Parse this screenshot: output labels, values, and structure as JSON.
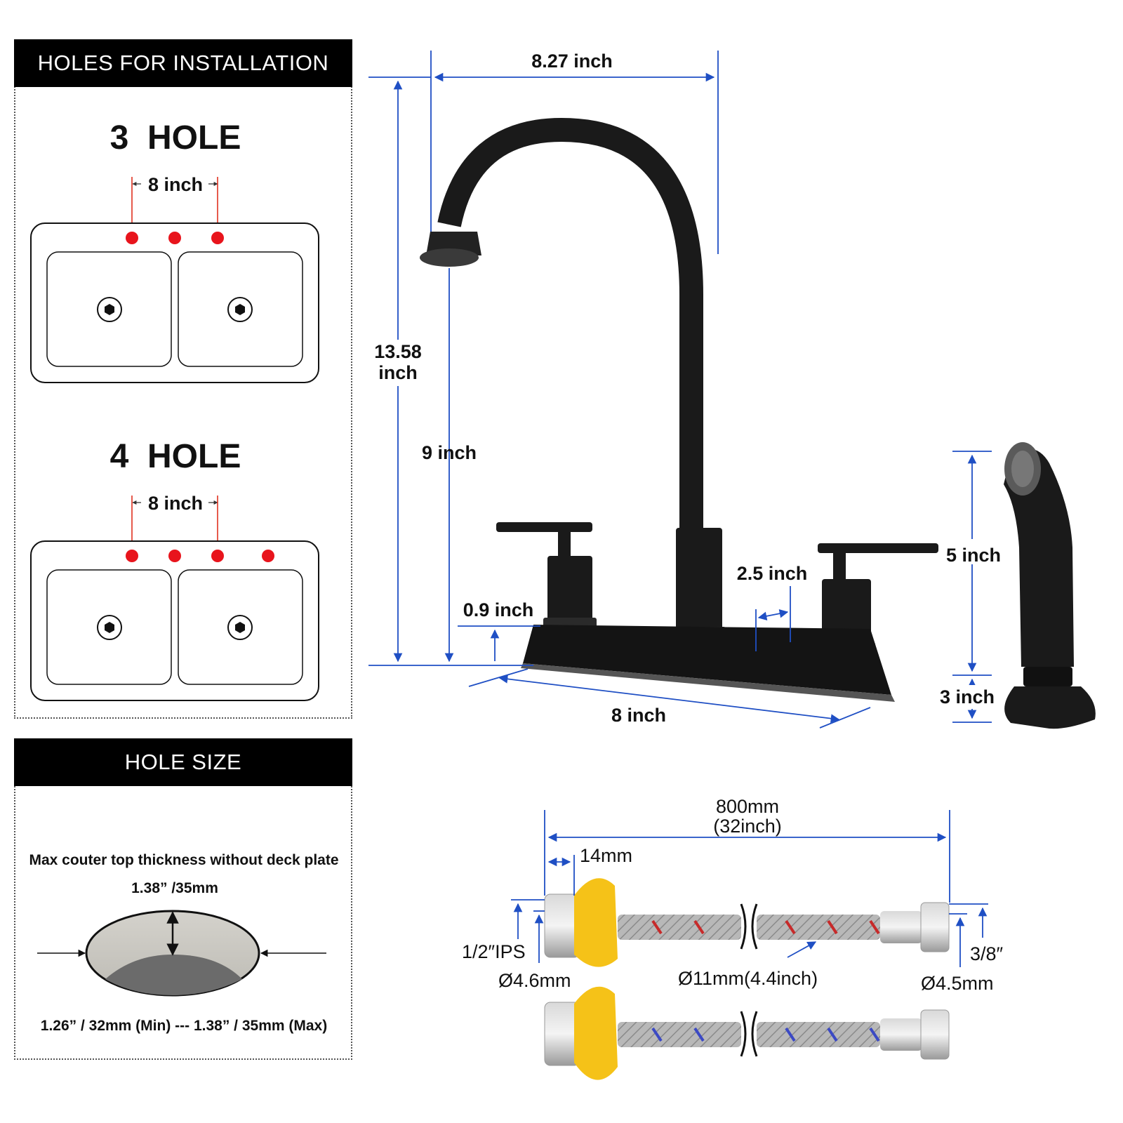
{
  "install_panel": {
    "header": "HOLES FOR INSTALLATION",
    "three_hole": {
      "title": "3  HOLE",
      "spacing": "8 inch",
      "hole_count": 3
    },
    "four_hole": {
      "title": "4  HOLE",
      "spacing": "8 inch",
      "hole_count": 4
    }
  },
  "hole_size_panel": {
    "header": "HOLE SIZE",
    "max_thickness_label": "Max couter top thickness without deck plate",
    "max_thickness_value": "1.38” /35mm",
    "range": "1.26” / 32mm (Min) --- 1.38” / 35mm (Max)"
  },
  "faucet_dimensions": {
    "width": "8.27 inch",
    "height_line1": "13.58",
    "height_line2": "inch",
    "spout_height": "9 inch",
    "base_height": "0.9 inch",
    "base_width": "8 inch",
    "handle_offset": "2.5 inch"
  },
  "sprayer_dimensions": {
    "sprayer_height": "5 inch",
    "base_height": "3 inch"
  },
  "hose_dimensions": {
    "length_mm": "800mm",
    "length_inch": "(32inch)",
    "nut_width": "14mm",
    "inlet_thread": "1/2″IPS",
    "inlet_diameter": "Ø4.6mm",
    "hose_diameter": "Ø11mm(4.4inch)",
    "outlet_thread": "3/8″",
    "outlet_diameter": "Ø4.5mm"
  },
  "colors": {
    "dimension_line": "#1f4fc4",
    "hole_marker": "#e8141c",
    "faucet": "#1a1a1a",
    "panel_header": "#000000",
    "hose_collar": "#f5c218"
  }
}
